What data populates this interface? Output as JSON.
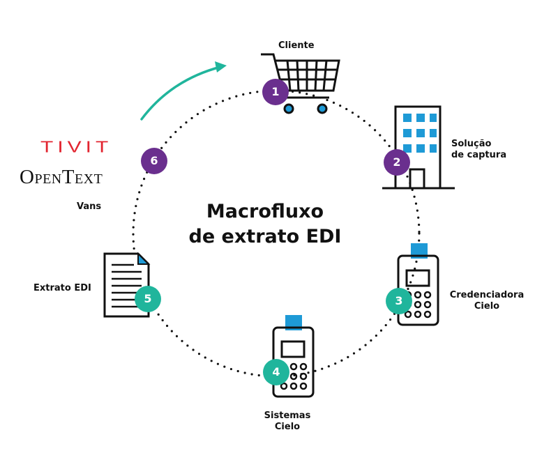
{
  "title": {
    "line1": "Macrofluxo",
    "line2": "de extrato EDI"
  },
  "steps": [
    {
      "number": "1",
      "label": "Cliente"
    },
    {
      "number": "2",
      "label": "Solução\nde captura"
    },
    {
      "number": "3",
      "label": "Credenciadora\nCielo"
    },
    {
      "number": "4",
      "label": "Sistemas\nCielo"
    },
    {
      "number": "5",
      "label": "Extrato EDI"
    },
    {
      "number": "6",
      "label": "Vans"
    }
  ],
  "logos": {
    "tivit": "TIVIT",
    "opentext": "OpenText"
  },
  "colors": {
    "purple": "#6a2f8e",
    "teal": "#20b59c",
    "blue": "#1e9ad6",
    "red": "#e22530",
    "arrow": "#20b59c",
    "dots": "#111111"
  },
  "icons": [
    "shopping-cart-icon",
    "office-building-icon",
    "pos-terminal-icon",
    "pos-terminal-icon",
    "document-icon"
  ]
}
